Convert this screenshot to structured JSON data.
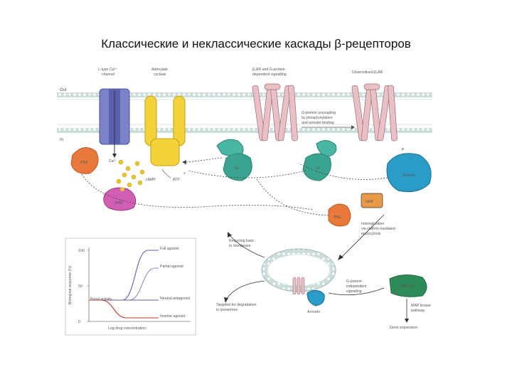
{
  "slide": {
    "title": "Классические и неклассические каскады β-рецепторов"
  },
  "membrane": {
    "out_label": "Out",
    "in_label": "In"
  },
  "top_labels": {
    "ltype_line1": "L-type Ca²⁺",
    "ltype_line2": "channel",
    "adenylate_line1": "Adenylate",
    "adenylate_line2": "cyclase",
    "b2ar_line1": "β₂AR and G-protein-",
    "b2ar_line2": "dependent signalling",
    "desens": "Desensitized β₂AR"
  },
  "proteins": {
    "pka": "PKA",
    "pde": "PDE",
    "gs": "Gs",
    "gi": "Gi",
    "arrestin": "Arrestin",
    "grk": "GRK",
    "pkc": "PKC",
    "erk": "ERK1/2",
    "arrestin_bottom": "Arrestin"
  },
  "small_labels": {
    "ca": "Ca²⁺",
    "camp": "cAMP",
    "atp": "ATP",
    "minus": "−",
    "plus": "+",
    "p": "P"
  },
  "annotations": {
    "uncoupling_1": "G-protein uncoupling",
    "uncoupling_2": "by phosphorylation",
    "uncoupling_3": "and arrestin binding",
    "intern_1": "Internalization",
    "intern_2": "via clathrin-mediated",
    "intern_3": "endocytosis",
    "recycling_1": "Recycling back",
    "recycling_2": "to membrane",
    "degrad_1": "Targeted for degradation",
    "degrad_2": "in lysosomes",
    "gind_1": "G-protein-",
    "gind_2": "independent",
    "gind_3": "signalling",
    "mapk_1": "MAP kinase",
    "mapk_2": "pathway",
    "gene": "Gene expression"
  },
  "chart_data": {
    "type": "line",
    "xlabel": "Log drug concentration",
    "ylabel": "Biological response (%)",
    "yticks": [
      "100",
      "50",
      "0"
    ],
    "ylim": [
      0,
      100
    ],
    "series": [
      {
        "name": "Full agonist",
        "start": 30,
        "end": 100,
        "color": "#6a55a8"
      },
      {
        "name": "Partial agonist",
        "start": 30,
        "end": 75,
        "color": "#9a86c8"
      },
      {
        "name": "Neutral antagonist",
        "start": 30,
        "end": 30,
        "color": "#6a55a8"
      },
      {
        "name": "Inverse agonist",
        "start": 30,
        "end": 5,
        "color": "#c0392b"
      }
    ],
    "basal_label": "Basal activity"
  }
}
